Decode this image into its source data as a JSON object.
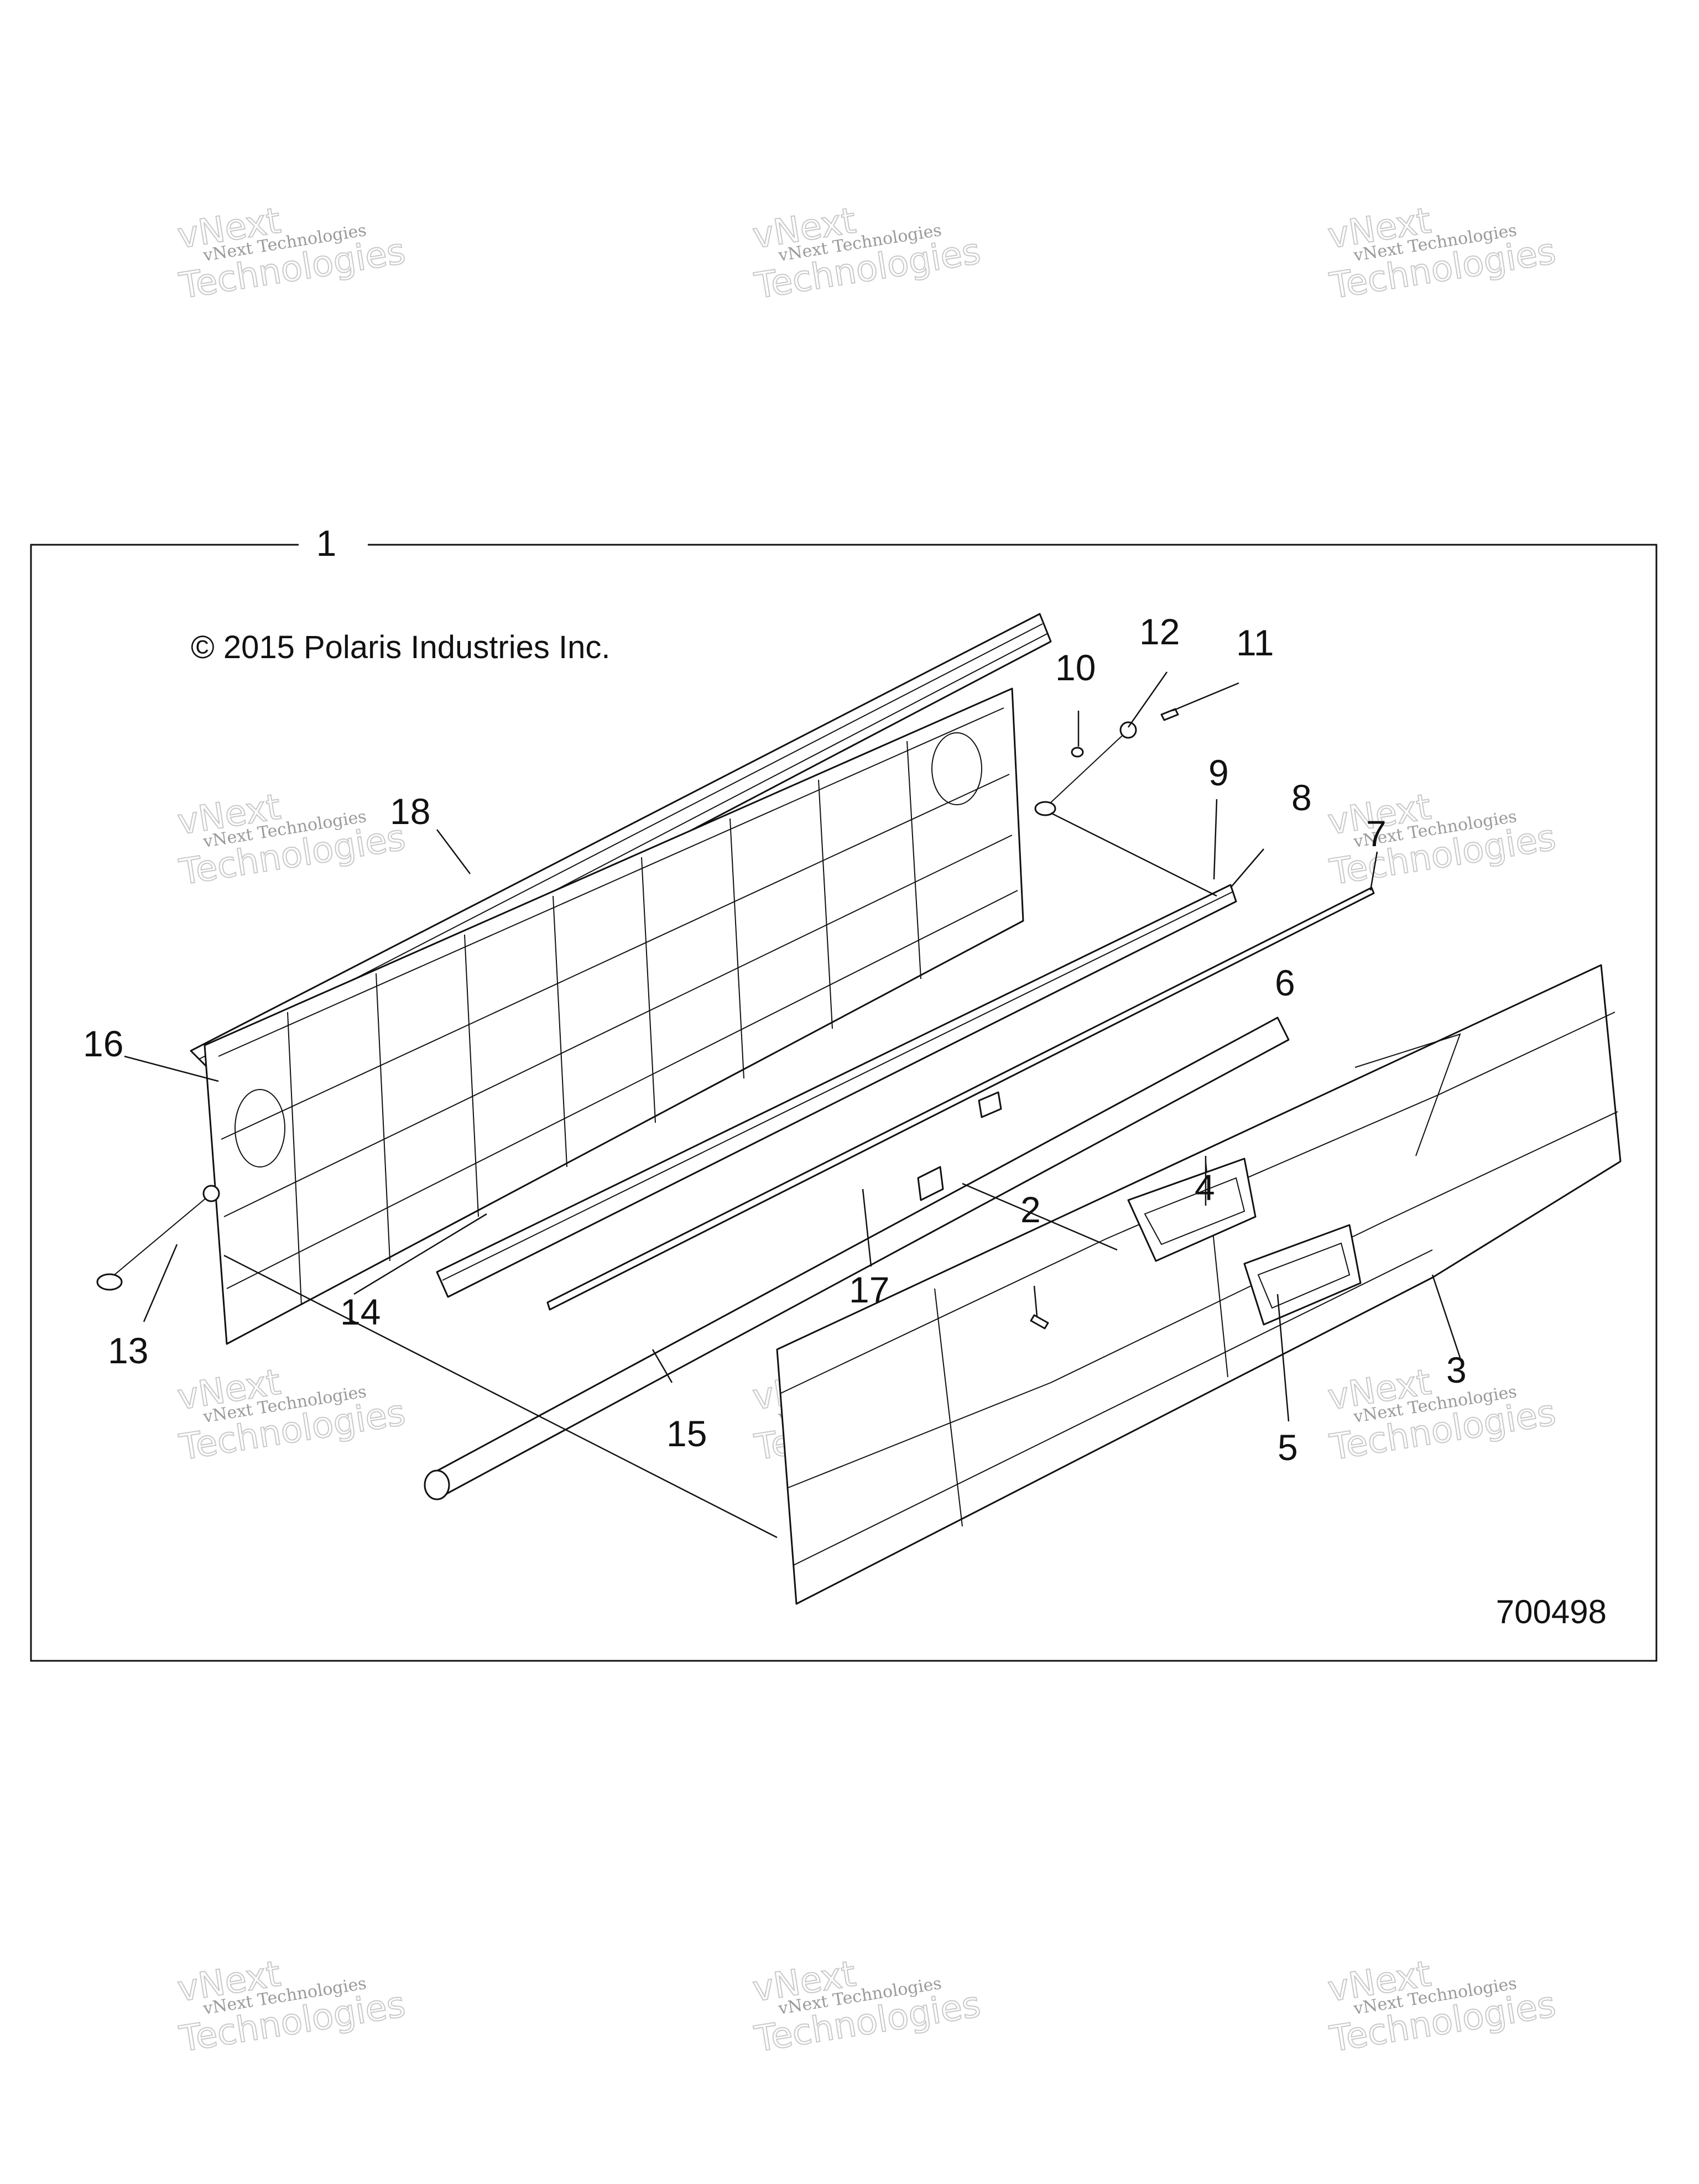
{
  "assembly_number": "1",
  "copyright": "© 2015 Polaris Industries Inc.",
  "drawing_number": "700498",
  "watermark": {
    "line1": "vNext Technologies",
    "line2": "vNext",
    "line3": "Technologies"
  },
  "callouts": {
    "c2": "2",
    "c3": "3",
    "c4": "4",
    "c5": "5",
    "c6": "6",
    "c7": "7",
    "c8": "8",
    "c9": "9",
    "c10": "10",
    "c11": "11",
    "c12": "12",
    "c13": "13",
    "c14": "14",
    "c15": "15",
    "c16": "16",
    "c17": "17",
    "c18": "18"
  }
}
